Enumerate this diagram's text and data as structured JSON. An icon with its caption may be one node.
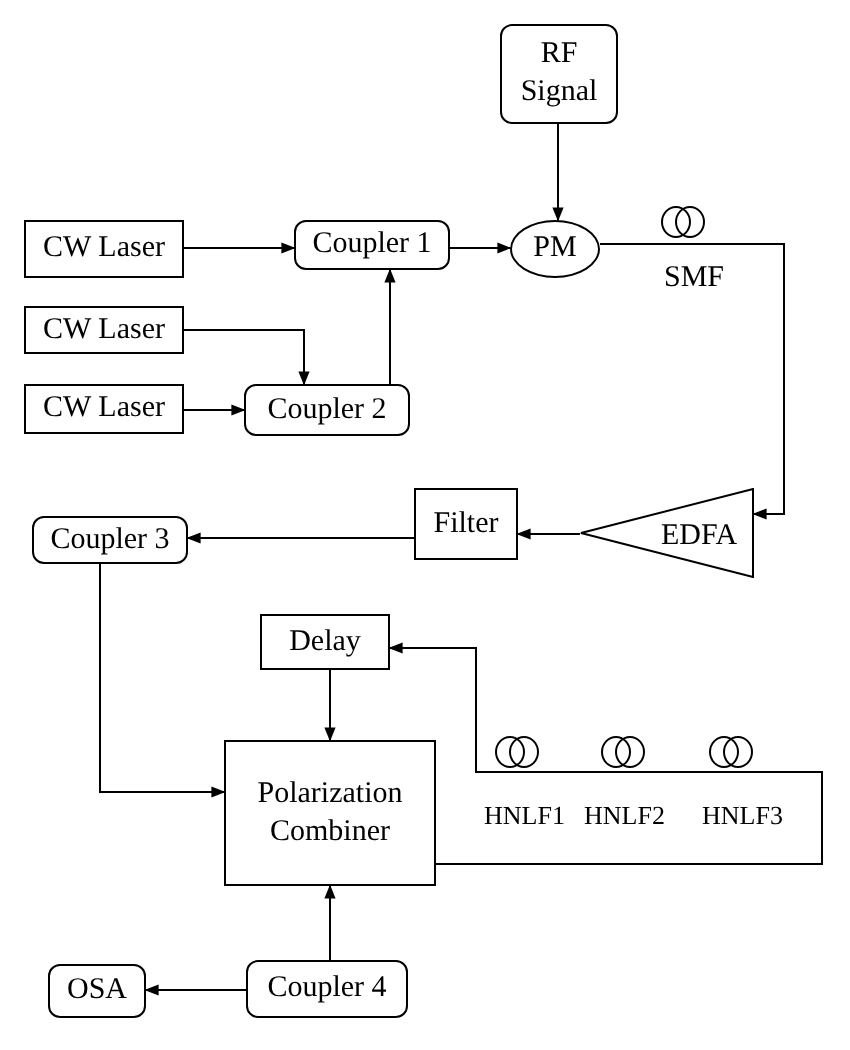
{
  "diagram": {
    "nodes": [
      {
        "text": [
          "RF Signal"
        ]
      },
      {
        "text": [
          "CW Laser"
        ]
      },
      {
        "text": [
          "Coupler 1"
        ]
      },
      {
        "text": [
          "PM"
        ]
      },
      {
        "text": [
          "CW Laser"
        ]
      },
      {
        "text": [
          "CW Laser"
        ]
      },
      {
        "text": [
          "Coupler 2"
        ]
      },
      {
        "text": [
          "EDFA"
        ]
      },
      {
        "text": [
          "Filter"
        ]
      },
      {
        "text": [
          "Coupler 3"
        ]
      },
      {
        "text": [
          "Delay"
        ]
      },
      {
        "text": [
          "Polarization Combiner"
        ]
      },
      {
        "text": [
          "Coupler 4"
        ]
      },
      {
        "text": [
          "OSA"
        ]
      }
    ],
    "edges": [
      {
        "from": 0,
        "to": 3,
        "arrow": "to"
      },
      {
        "from": 1,
        "to": 2,
        "arrow": "to"
      },
      {
        "from": 2,
        "to": 3,
        "arrow": "to"
      },
      {
        "from": 4,
        "to": 6,
        "arrow": "to"
      },
      {
        "from": 5,
        "to": 6,
        "arrow": "to"
      },
      {
        "from": 6,
        "to": 2,
        "arrow": "to"
      },
      {
        "from": 3,
        "to": 7,
        "arrow": "to"
      },
      {
        "from": 7,
        "to": 8,
        "arrow": "to"
      },
      {
        "from": 8,
        "to": 9,
        "arrow": "to"
      },
      {
        "from": 9,
        "to": 11,
        "arrow": "to"
      },
      {
        "from": 10,
        "to": 11,
        "arrow": "to"
      },
      {
        "from": 11,
        "to": 10,
        "arrow": "to"
      },
      {
        "from": 12,
        "to": 11,
        "arrow": "to"
      },
      {
        "from": 12,
        "to": 13,
        "arrow": "to"
      }
    ],
    "labels": [
      "SMF",
      "HNLF1",
      "HNLF2",
      "HNLF3"
    ]
  }
}
